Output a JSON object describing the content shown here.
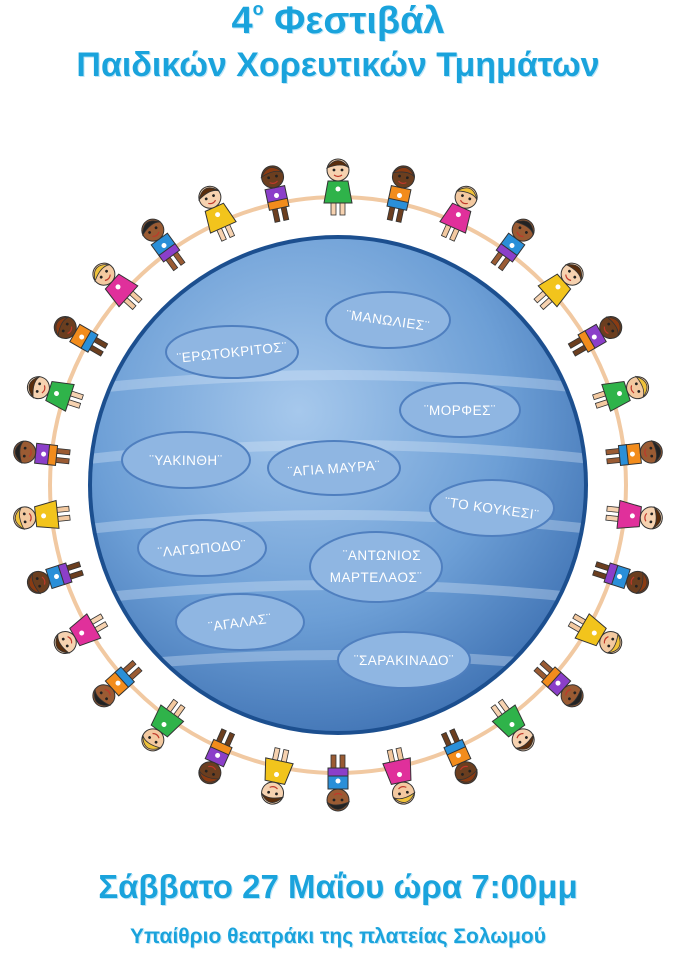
{
  "title": {
    "number": "4",
    "ordinal": "ο",
    "word": " Φεστιβάλ",
    "line2": "Παιδικών Χορευτικών Τμημάτων"
  },
  "groups": [
    "¨ΜΑΝΩΛΙΕΣ¨",
    "¨ΕΡΩΤΟΚΡΙΤΟΣ¨",
    "¨ΜΟΡΦΕΣ¨",
    "¨ΥΑΚΙΝΘΗ¨",
    "¨ΑΓΙΑ ΜΑΥΡΑ¨",
    "¨ΤΟ ΚΟΥΚΕΣΙ¨",
    "¨ΛΑΓΩΠΟΔΟ¨",
    "¨ΑΝΤΩΝΙΟΣ",
    "ΜΑΡΤΕΛΑΟΣ¨",
    "¨ΑΓΑΛΑΣ¨",
    "¨ΣΑΡΑΚΙΝΑΔΟ¨"
  ],
  "event": {
    "date": "Σάββατο 27 Μαΐου ώρα 7:00μμ",
    "venue": "Υπαίθριο θεατράκι της  πλατείας Σολωμού"
  },
  "colors": {
    "title": "#1aa3dc",
    "globe": "#5b93cf",
    "cloud": "#8fb6e2"
  }
}
